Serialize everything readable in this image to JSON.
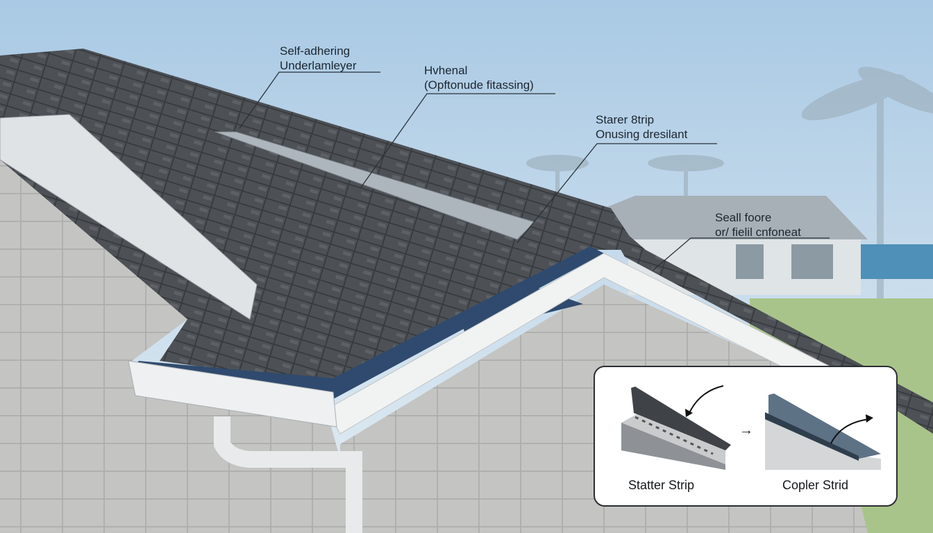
{
  "callouts": [
    {
      "line1": "Self-adhering",
      "line2": "Underlamleyer"
    },
    {
      "line1": "Hvhenal",
      "line2": "(Opftonude fitassing)"
    },
    {
      "line1": "Starer 8trip",
      "line2": "Onusing dresilant"
    },
    {
      "line1": "Seall foore",
      "line2": "or/ fielil cnfoneat"
    }
  ],
  "inset": {
    "left_label": "Statter Strip",
    "right_label": "Copler Strid",
    "arrow": "→"
  },
  "colors": {
    "sky_top": "#a9c9e4",
    "sky_bottom": "#e4edf3",
    "shingle": "#4d5156",
    "underlayment": "#2f4a6e",
    "siding": "#c4c4c2",
    "trim": "#f1f2f2",
    "grass": "#a9c48a"
  }
}
